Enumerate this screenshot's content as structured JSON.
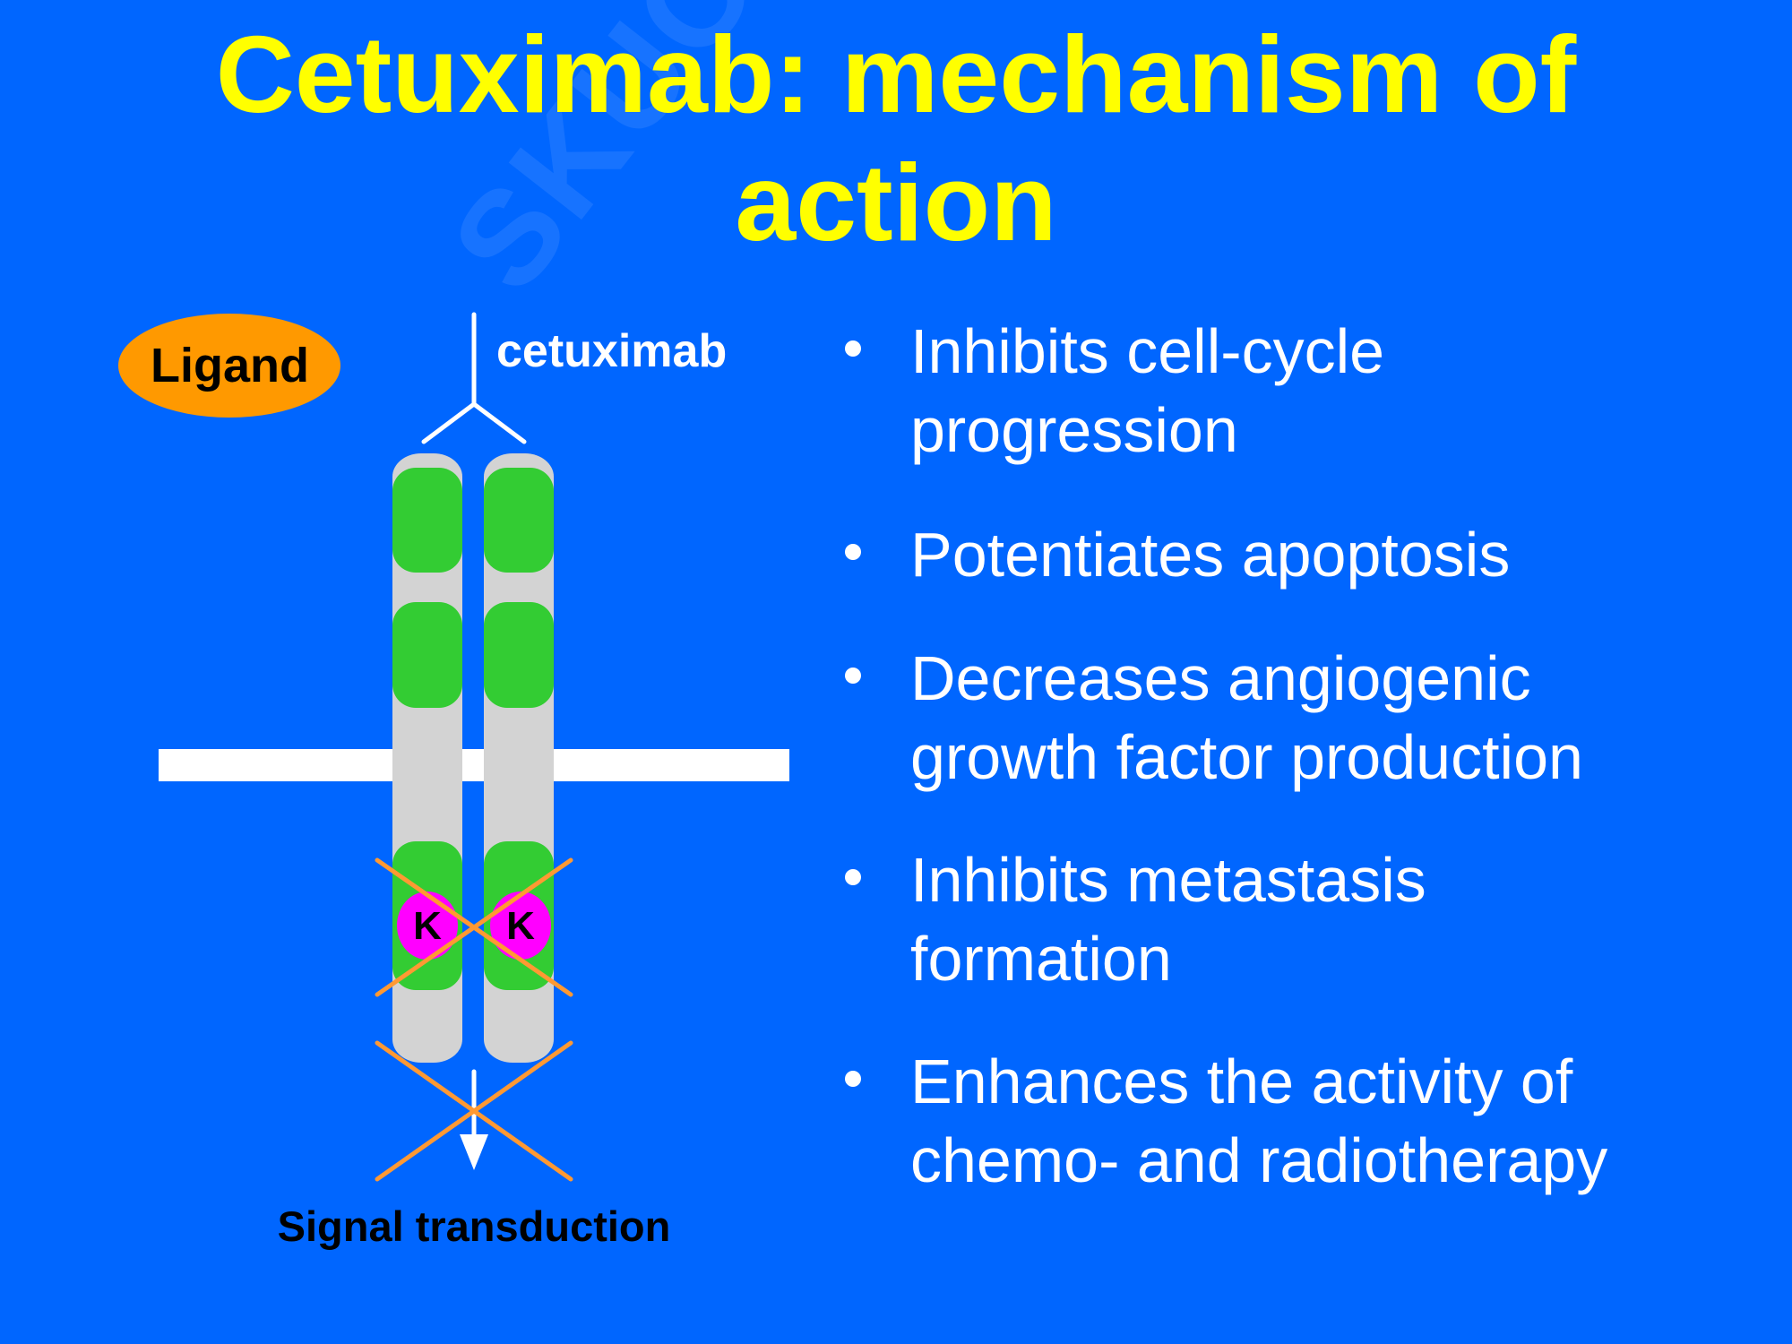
{
  "slide": {
    "title_lines": [
      "Cetuximab: mechanism of",
      "action"
    ],
    "watermark": "SKUOLA.net",
    "colors": {
      "background": "#0066FF",
      "title": "#FFFF00",
      "body_text": "#FFFFFF",
      "receptor": "#D3D3D3",
      "receptor_domain": "#33CC33",
      "kinase": "#FF00FF",
      "ligand": "#FF9900",
      "block_cross": "#FF9933",
      "membrane": "#FFFFFF"
    }
  },
  "diagram": {
    "ligand_label": "Ligand",
    "antibody_label": "cetuximab",
    "kinase_labels": [
      "K",
      "K"
    ],
    "output_label": "Signal transduction",
    "icons": {
      "ligand": "ellipse-ligand-icon",
      "antibody": "y-shaped-antibody-icon",
      "receptor": "egfr-receptor-dimer-icon",
      "membrane": "cell-membrane-bar",
      "kinase_block": "cross-out-icon",
      "signal_block": "cross-out-icon",
      "signal_arrow": "arrow-down-icon"
    }
  },
  "bullets": [
    {
      "lines": [
        "Inhibits cell-cycle",
        "progression"
      ]
    },
    {
      "lines": [
        "Potentiates apoptosis"
      ]
    },
    {
      "lines": [
        "Decreases angiogenic",
        "growth factor production"
      ]
    },
    {
      "lines": [
        "Inhibits metastasis",
        "formation"
      ]
    },
    {
      "lines": [
        "Enhances the activity of",
        "chemo- and radiotherapy"
      ]
    }
  ]
}
